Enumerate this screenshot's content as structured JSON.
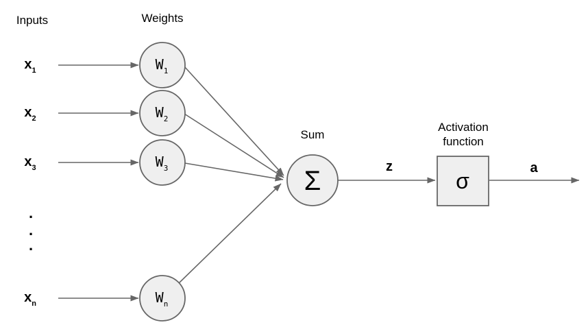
{
  "diagram": {
    "type": "neural-network-perceptron",
    "labels": {
      "inputs": "Inputs",
      "weights": "Weights",
      "sum": "Sum",
      "activation_line1": "Activation",
      "activation_line2": "function",
      "z": "z",
      "a": "a",
      "sum_symbol": "Σ",
      "activation_symbol": "σ"
    },
    "rows": [
      {
        "input_base": "x",
        "input_sub": "1",
        "weight_base": "W",
        "weight_sub": "1"
      },
      {
        "input_base": "x",
        "input_sub": "2",
        "weight_base": "W",
        "weight_sub": "2"
      },
      {
        "input_base": "x",
        "input_sub": "3",
        "weight_base": "W",
        "weight_sub": "3"
      },
      {
        "input_base": "x",
        "input_sub": "n",
        "weight_base": "W",
        "weight_sub": "n"
      }
    ],
    "ellipsis": [
      ".",
      ".",
      "."
    ],
    "colors": {
      "node_fill": "#efefef",
      "node_stroke": "#666666",
      "line": "#666666",
      "text": "#000000"
    }
  }
}
